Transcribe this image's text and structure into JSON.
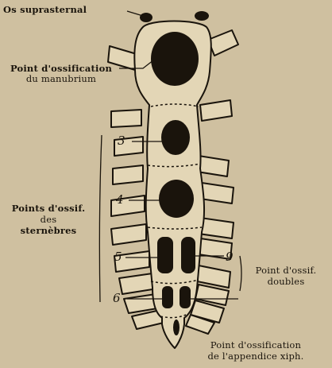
{
  "labels": {
    "os_suprasternal": "Os suprasternal",
    "manubrium_line1": "Point d'ossification",
    "manubrium_line2": "du manubrium",
    "sternebres_line1": "Points d'ossif.",
    "sternebres_line2": "des",
    "sternebres_line3": "sternèbres",
    "doubles_line1": "Point d'ossif.",
    "doubles_line2": "doubles",
    "xiphoid_line1": "Point d'ossification",
    "xiphoid_line2": "de l'appendice xiph."
  },
  "numbers": {
    "n3": "3",
    "n4": "4",
    "n5": "5",
    "n9": "9",
    "n6": "6"
  },
  "colors": {
    "background": "#cfc0a0",
    "bone": "#e3d6b6",
    "ink": "#1a140c"
  }
}
